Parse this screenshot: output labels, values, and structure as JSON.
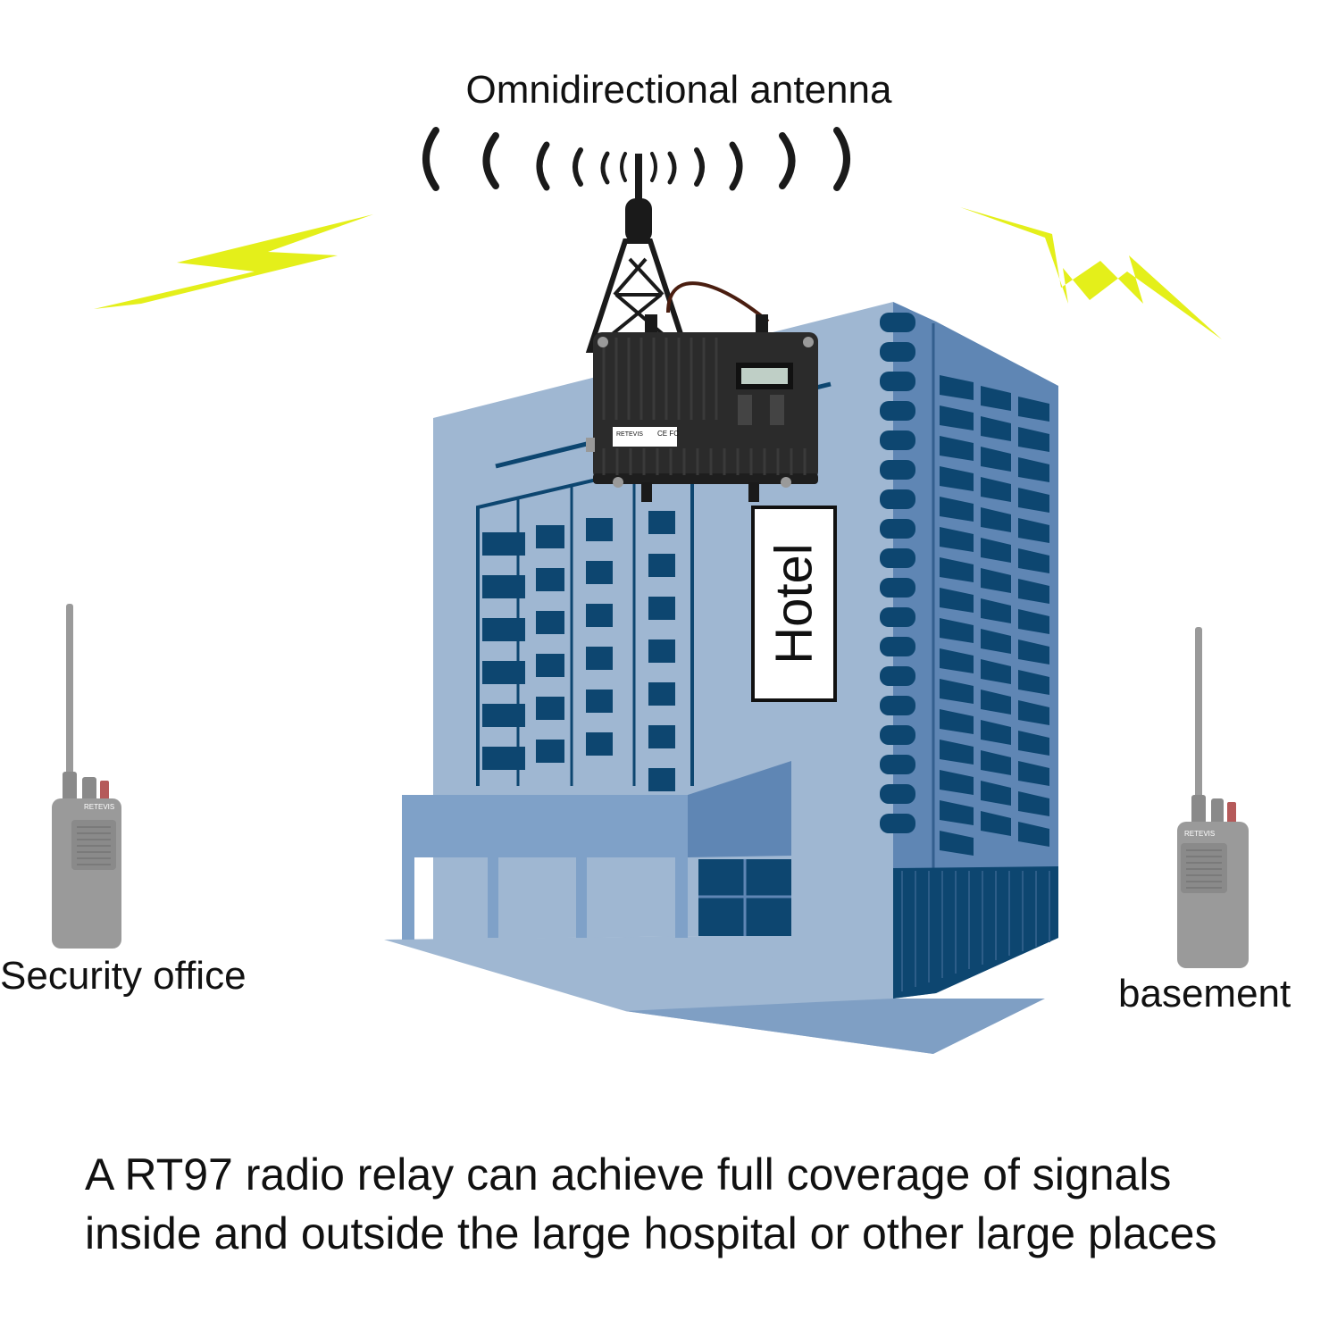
{
  "antenna_label": "Omnidirectional antenna",
  "sign_text": "Hotel",
  "left_radio_label": "Security office",
  "right_radio_label": "basement",
  "radio_brand": "RETEVIS",
  "relay_brand": "RETEVIS",
  "caption": {
    "line1": "A RT97 radio relay can achieve full coverage of signals",
    "line2": "inside and outside the large hospital or other large places"
  },
  "colors": {
    "building_light": "#9fb7d2",
    "building_mid": "#5f86b4",
    "building_dark": "#0d4670",
    "lightning": "#e4ef1a",
    "radio_gray": "#9a9a9a",
    "relay_black": "#2b2b2b"
  },
  "icons": [
    "lightning-bolt-icon",
    "signal-waves-icon",
    "walkie-talkie-icon",
    "relay-repeater-icon",
    "antenna-tower-icon"
  ]
}
